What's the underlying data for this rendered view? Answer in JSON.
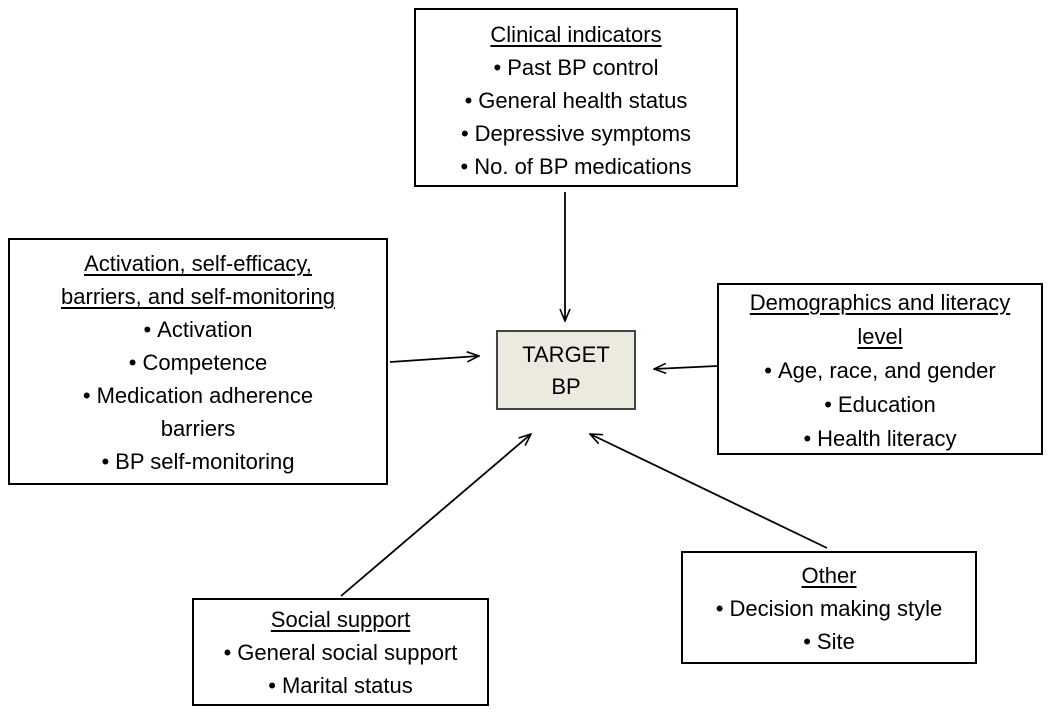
{
  "target": {
    "line1": "TARGET",
    "line2": "BP",
    "fill_color": "#ece9df"
  },
  "boxes": {
    "clinical": {
      "title": "Clinical indicators",
      "items": [
        "Past BP control",
        "General health status",
        "Depressive symptoms",
        "No. of BP medications"
      ]
    },
    "activation": {
      "title_line1": "Activation, self-efficacy,",
      "title_line2": "barriers, and self-monitoring",
      "items": [
        "Activation",
        "Competence",
        "Medication adherence barriers",
        "BP self-monitoring"
      ]
    },
    "demographics": {
      "title_line1": "Demographics and literacy",
      "title_line2": "level",
      "items": [
        "Age, race, and gender",
        "Education",
        "Health literacy"
      ]
    },
    "other": {
      "title": "Other",
      "items": [
        "Decision making style",
        "Site"
      ]
    },
    "social": {
      "title": "Social support",
      "items": [
        "General social support",
        "Marital status"
      ]
    }
  },
  "arrows": [
    {
      "from": "clinical",
      "to": "target"
    },
    {
      "from": "activation",
      "to": "target"
    },
    {
      "from": "demographics",
      "to": "target"
    },
    {
      "from": "social",
      "to": "target"
    },
    {
      "from": "other",
      "to": "target"
    }
  ]
}
